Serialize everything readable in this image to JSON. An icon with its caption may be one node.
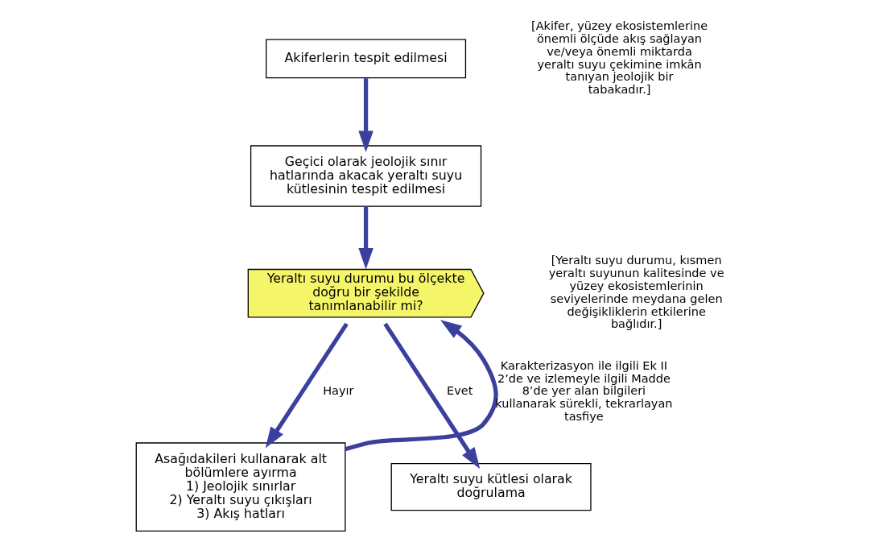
{
  "diagram": {
    "nodes": [
      {
        "text": [
          "Akiferlerin tespit edilmesi"
        ]
      },
      {
        "text": [
          "Geçici olarak jeolojik sınır hatlarında akacak yeraltı suyu kütlesinin tespit edilmesi"
        ]
      },
      {
        "text": [
          "Yeraltı suyu durumu bu ölçekte doğru bir şekilde tanımlanabilir mi?"
        ]
      },
      {
        "text": [
          "Asağıdakileri kullanarak alt bölümlere ayırma",
          "1) Jeolojik sınırlar",
          "2) Yeraltı suyu çıkışları",
          "3) Akış hatları"
        ]
      },
      {
        "text": [
          "Yeraltı suyu kütlesi olarak doğrulama"
        ]
      }
    ],
    "edges": [
      {
        "from": 0,
        "to": 1,
        "arrow": "to"
      },
      {
        "from": 1,
        "to": 2,
        "arrow": "to"
      },
      {
        "from": 2,
        "to": 3,
        "arrow": "to",
        "label": "Hayır"
      },
      {
        "from": 2,
        "to": 4,
        "arrow": "to",
        "label": "Evet"
      },
      {
        "from": 3,
        "to": 2,
        "arrow": "to",
        "label": "Karakterizasyon ile ilgili Ek II 2’de ve izlemeyle ilgili Madde 8’de yer alan bilgileri kullanarak sürekli, tekrarlayan tasfiye"
      }
    ],
    "labels": [
      "[Akifer, yüzey ekosistemlerine önemli ölçüde akış sağlayan ve/veya önemli miktarda yeraltı suyu çekimine imkân tanıyan jeolojik bir tabakadır.]",
      "[Yeraltı suyu durumu, kısmen yeraltı suyunun kalitesinde ve yüzey ekosistemlerinin seviyelerinde meydana gelen değişikliklerin etkilerine bağlıdır.]"
    ]
  }
}
